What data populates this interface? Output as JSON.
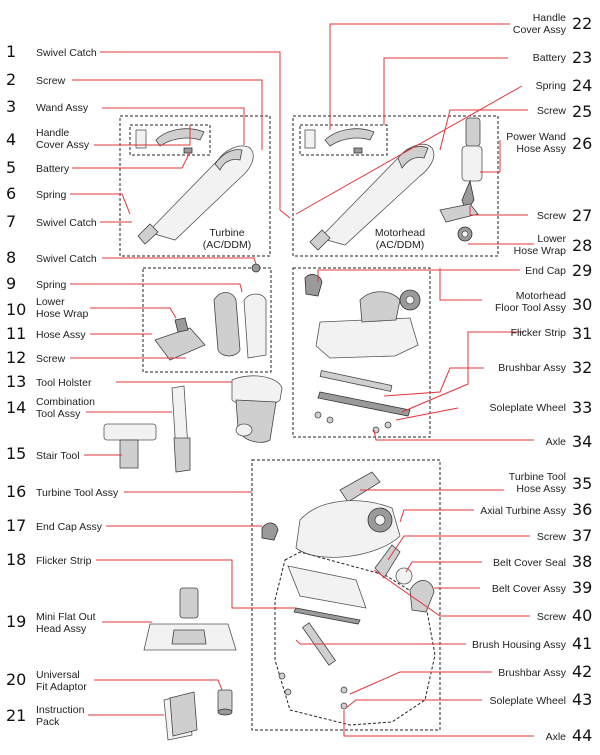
{
  "parts": [
    {
      "num": "1",
      "label": "Swivel Catch"
    },
    {
      "num": "2",
      "label": "Screw"
    },
    {
      "num": "3",
      "label": "Wand Assy"
    },
    {
      "num": "4",
      "label": "Handle\nCover Assy"
    },
    {
      "num": "5",
      "label": "Battery"
    },
    {
      "num": "6",
      "label": "Spring"
    },
    {
      "num": "7",
      "label": "Swivel Catch"
    },
    {
      "num": "8",
      "label": "Swivel Catch"
    },
    {
      "num": "9",
      "label": "Spring"
    },
    {
      "num": "10",
      "label": "Lower\nHose Wrap"
    },
    {
      "num": "11",
      "label": "Hose Assy"
    },
    {
      "num": "12",
      "label": "Screw"
    },
    {
      "num": "13",
      "label": "Tool Holster"
    },
    {
      "num": "14",
      "label": "Combination\nTool Assy"
    },
    {
      "num": "15",
      "label": "Stair Tool"
    },
    {
      "num": "16",
      "label": "Turbine Tool Assy"
    },
    {
      "num": "17",
      "label": "End Cap Assy"
    },
    {
      "num": "18",
      "label": "Flicker Strip"
    },
    {
      "num": "19",
      "label": "Mini Flat Out\nHead Assy"
    },
    {
      "num": "20",
      "label": "Universal\nFit Adaptor"
    },
    {
      "num": "21",
      "label": "Instruction\nPack"
    },
    {
      "num": "22",
      "label": "Handle\nCover Assy"
    },
    {
      "num": "23",
      "label": "Battery"
    },
    {
      "num": "24",
      "label": "Spring"
    },
    {
      "num": "25",
      "label": "Screw"
    },
    {
      "num": "26",
      "label": "Power Wand\nHose Assy"
    },
    {
      "num": "27",
      "label": "Screw"
    },
    {
      "num": "28",
      "label": "Lower\nHose Wrap"
    },
    {
      "num": "29",
      "label": "End Cap"
    },
    {
      "num": "30",
      "label": "Motorhead\nFloor Tool Assy"
    },
    {
      "num": "31",
      "label": "Flicker Strip"
    },
    {
      "num": "32",
      "label": "Brushbar Assy"
    },
    {
      "num": "33",
      "label": "Soleplate Wheel"
    },
    {
      "num": "34",
      "label": "Axle"
    },
    {
      "num": "35",
      "label": "Turbine Tool\nHose Assy"
    },
    {
      "num": "36",
      "label": "Axial Turbine Assy"
    },
    {
      "num": "37",
      "label": "Screw"
    },
    {
      "num": "38",
      "label": "Belt Cover Seal"
    },
    {
      "num": "39",
      "label": "Belt Cover Assy"
    },
    {
      "num": "40",
      "label": "Screw"
    },
    {
      "num": "41",
      "label": "Brush Housing Assy"
    },
    {
      "num": "42",
      "label": "Brushbar Assy"
    },
    {
      "num": "43",
      "label": "Soleplate Wheel"
    },
    {
      "num": "44",
      "label": "Axle"
    }
  ],
  "captions": {
    "turbine": "Turbine\n(AC/DDM)",
    "motorhead": "Motorhead\n(AC/DDM)"
  },
  "colors": {
    "leader": "#e3343a",
    "dashed": "#222222",
    "line": "#555555"
  }
}
